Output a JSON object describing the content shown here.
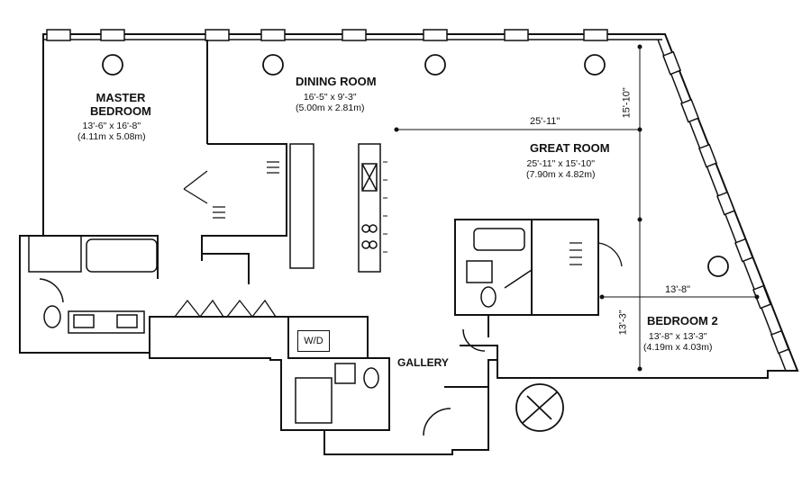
{
  "rooms": {
    "master": {
      "name_line1": "MASTER",
      "name_line2": "BEDROOM",
      "dims_imperial": "13'-6\" x 16'-8\"",
      "dims_metric": "(4.11m x 5.08m)"
    },
    "dining": {
      "name": "DINING ROOM",
      "dims_imperial": "16'-5\" x 9'-3\"",
      "dims_metric": "(5.00m x 2.81m)"
    },
    "great": {
      "name": "GREAT ROOM",
      "dims_imperial": "25'-11\" x 15'-10\"",
      "dims_metric": "(7.90m x 4.82m)"
    },
    "bedroom2": {
      "name": "BEDROOM 2",
      "dims_imperial": "13'-8\" x 13'-3\"",
      "dims_metric": "(4.19m x 4.03m)"
    },
    "gallery": {
      "name": "GALLERY"
    },
    "laundry": {
      "label": "W/D"
    }
  },
  "dimension_lines": {
    "great_width": "25'-11\"",
    "great_depth": "15'-10\"",
    "bed2_width": "13'-8\"",
    "bed2_depth": "13'-3\""
  },
  "colors": {
    "line": "#111111",
    "background": "#ffffff"
  }
}
